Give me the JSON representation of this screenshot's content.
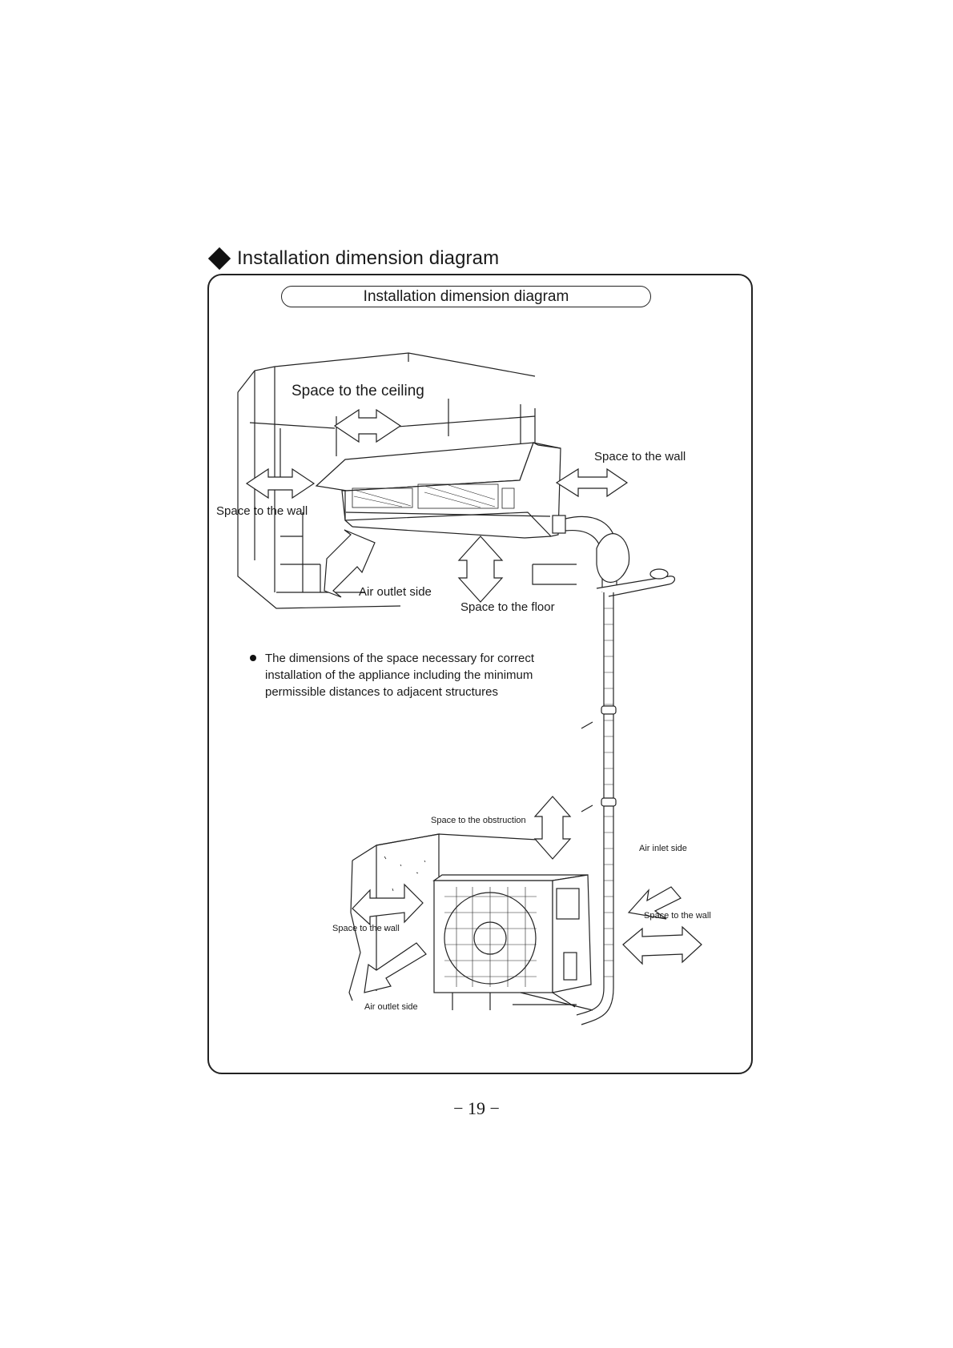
{
  "heading": {
    "text": "Installation dimension diagram",
    "icon": "diamond-icon"
  },
  "panel": {
    "title": "Installation dimension diagram"
  },
  "indoor": {
    "ceiling": "Space to the ceiling",
    "wall_right": "Space to the wall",
    "wall_left": "Space to the wall",
    "outlet": "Air outlet side",
    "floor": "Space to the floor"
  },
  "note": {
    "text": "The dimensions of the space necessary for correct installation of the appliance including the minimum permissible distances to adjacent structures"
  },
  "outdoor": {
    "obstruction": "Space to the obstruction",
    "inlet": "Air inlet side",
    "wall_right": "Space to the wall",
    "wall_left": "Space to the wall",
    "outlet": "Air outlet side"
  },
  "page_number": "− 19 −"
}
